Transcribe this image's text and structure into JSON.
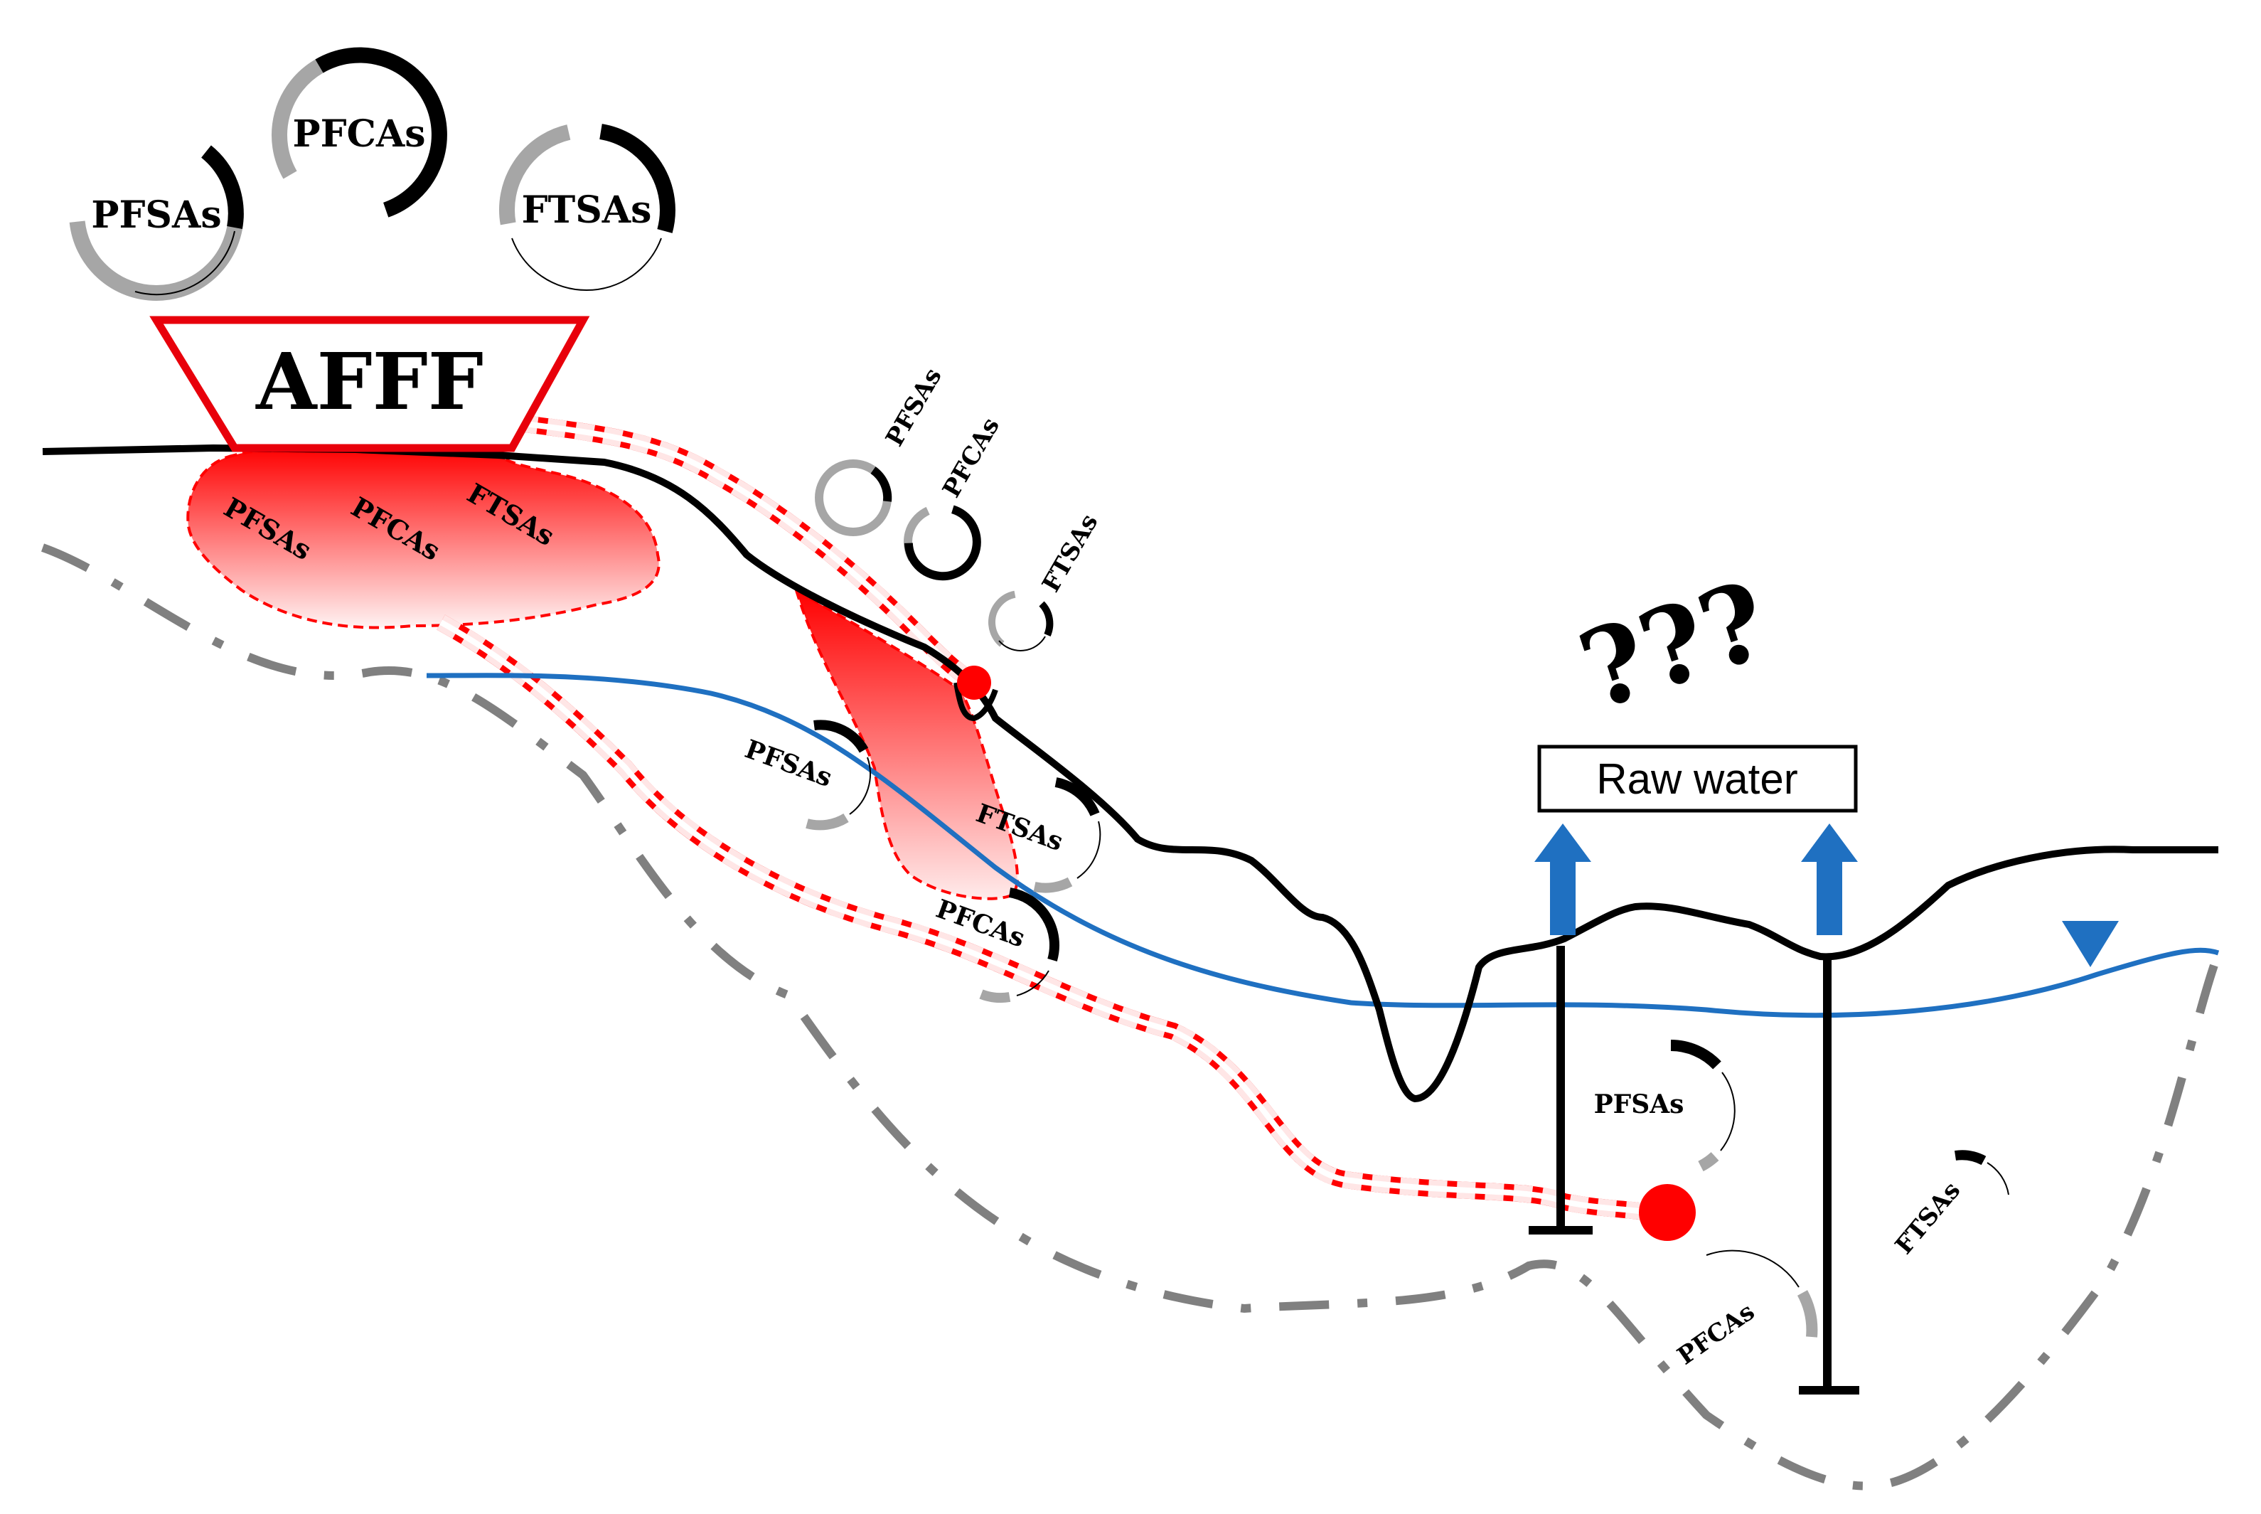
{
  "source_label": "AFFF",
  "raw_water_label": "Raw water",
  "question_marks": "???",
  "compound_labels": {
    "pfsas": "PFSAs",
    "pfcas": "PFCAs",
    "ftsas": "FTSAs"
  },
  "colors": {
    "source_outline": "#e8000b",
    "contamination": "#ff0000",
    "water_table": "#1f70c1",
    "arrow": "#1f70c1",
    "ground": "#000000",
    "aquifer_boundary": "#808080",
    "ring_light": "#a6a6a6",
    "ring_dark": "#000000"
  }
}
